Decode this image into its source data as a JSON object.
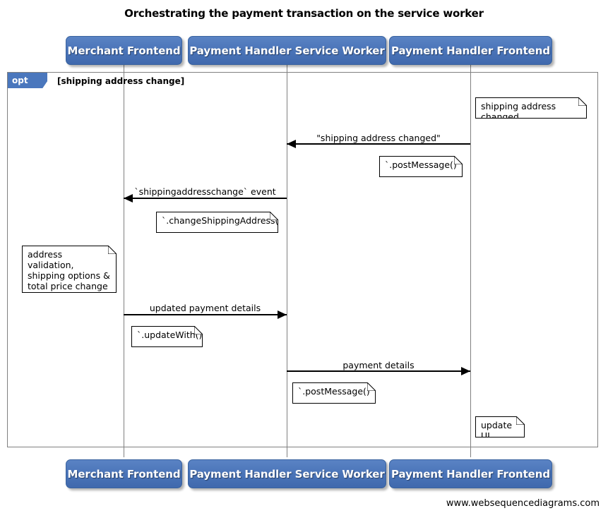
{
  "title": "Orchestrating the payment transaction on the service worker",
  "footer": "www.websequencediagrams.com",
  "colors": {
    "participant_fill": "#4a77bd",
    "participant_border": "#3a639f",
    "participant_text": "#ffffff",
    "frame_border": "#808080",
    "lifeline": "#808080",
    "line": "#000000",
    "note_fill": "#ffffff",
    "note_border": "#000000",
    "background": "#ffffff"
  },
  "participants": [
    {
      "id": "merchant-frontend",
      "label": "Merchant Frontend"
    },
    {
      "id": "payment-handler-service-worker",
      "label": "Payment Handler Service Worker"
    },
    {
      "id": "payment-handler-frontend",
      "label": "Payment Handler Frontend"
    }
  ],
  "participants_bottom": [
    {
      "id": "merchant-frontend",
      "label": "Merchant Frontend"
    },
    {
      "id": "payment-handler-service-worker",
      "label": "Payment Handler Service Worker"
    },
    {
      "id": "payment-handler-frontend",
      "label": "Payment Handler Frontend"
    }
  ],
  "fragment": {
    "type": "opt",
    "tab_label": "opt",
    "guard": "[shipping address change]"
  },
  "messages": [
    {
      "id": "shipping-address-changed",
      "label": "\"shipping address changed\"",
      "from": "payment-handler-frontend",
      "to": "payment-handler-service-worker",
      "direction": "left"
    },
    {
      "id": "shippingaddresschange-event",
      "label": "`shippingaddresschange` event",
      "from": "payment-handler-service-worker",
      "to": "merchant-frontend",
      "direction": "left"
    },
    {
      "id": "updated-payment-details",
      "label": "updated payment details",
      "from": "merchant-frontend",
      "to": "payment-handler-service-worker",
      "direction": "right"
    },
    {
      "id": "payment-details",
      "label": "payment details",
      "from": "payment-handler-service-worker",
      "to": "payment-handler-frontend",
      "direction": "right"
    }
  ],
  "notes": [
    {
      "id": "note-shipping-address-changed",
      "text": "shipping address changed",
      "attached_to": "payment-handler-frontend"
    },
    {
      "id": "note-post-message-1",
      "text": "`.postMessage()`",
      "attached_to": "payment-handler-frontend"
    },
    {
      "id": "note-change-shipping-address",
      "text": "`.changeShippingAddress()`",
      "attached_to": "payment-handler-service-worker"
    },
    {
      "id": "note-address-validation",
      "text": "address validation,\nshipping options &\ntotal price change etc",
      "attached_to": "merchant-frontend"
    },
    {
      "id": "note-update-with",
      "text": "`.updateWith()`",
      "attached_to": "merchant-frontend"
    },
    {
      "id": "note-post-message-2",
      "text": "`.postMessage()`",
      "attached_to": "payment-handler-service-worker"
    },
    {
      "id": "note-update-ui",
      "text": "update UI",
      "attached_to": "payment-handler-frontend"
    }
  ]
}
